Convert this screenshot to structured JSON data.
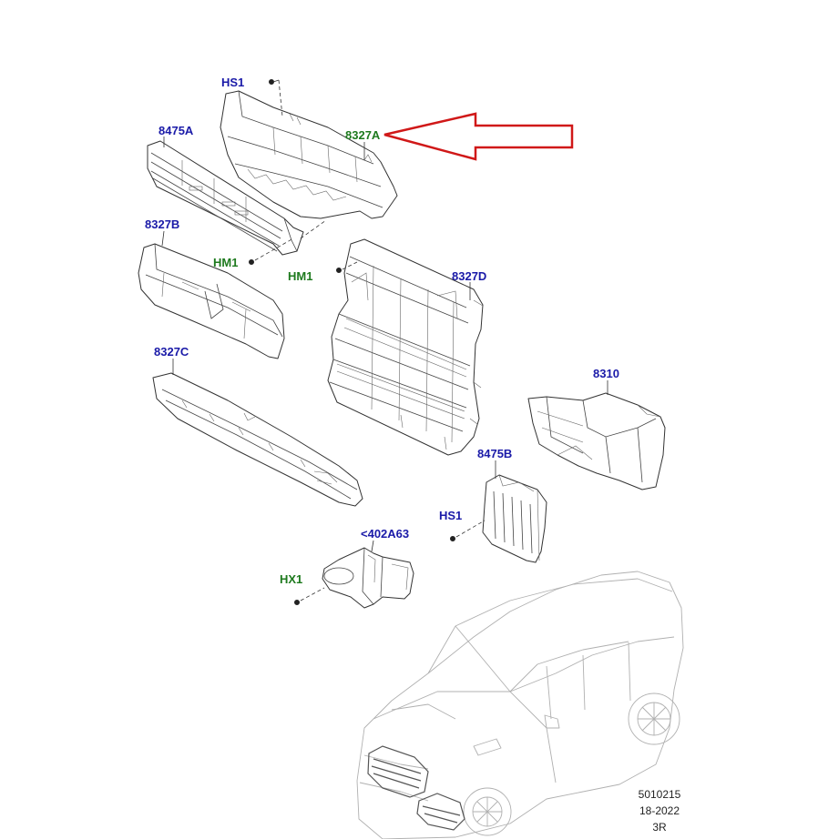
{
  "labels": {
    "hs1_top": "HS1",
    "p8475a": "8475A",
    "p8327a": "8327A",
    "p8327b": "8327B",
    "hm1_left": "HM1",
    "hm1_right": "HM1",
    "p8327d": "8327D",
    "p8327c": "8327C",
    "p8310": "8310",
    "p8475b": "8475B",
    "hs1_bottom": "HS1",
    "p402a63": "<402A63",
    "hx1": "HX1"
  },
  "reference": {
    "line1": "5010215",
    "line2": "18-2022",
    "line3": "3R"
  },
  "colors": {
    "label_blue": "#1a1aa8",
    "label_green": "#1e7a1e",
    "callout_arrow": "#d01818"
  }
}
